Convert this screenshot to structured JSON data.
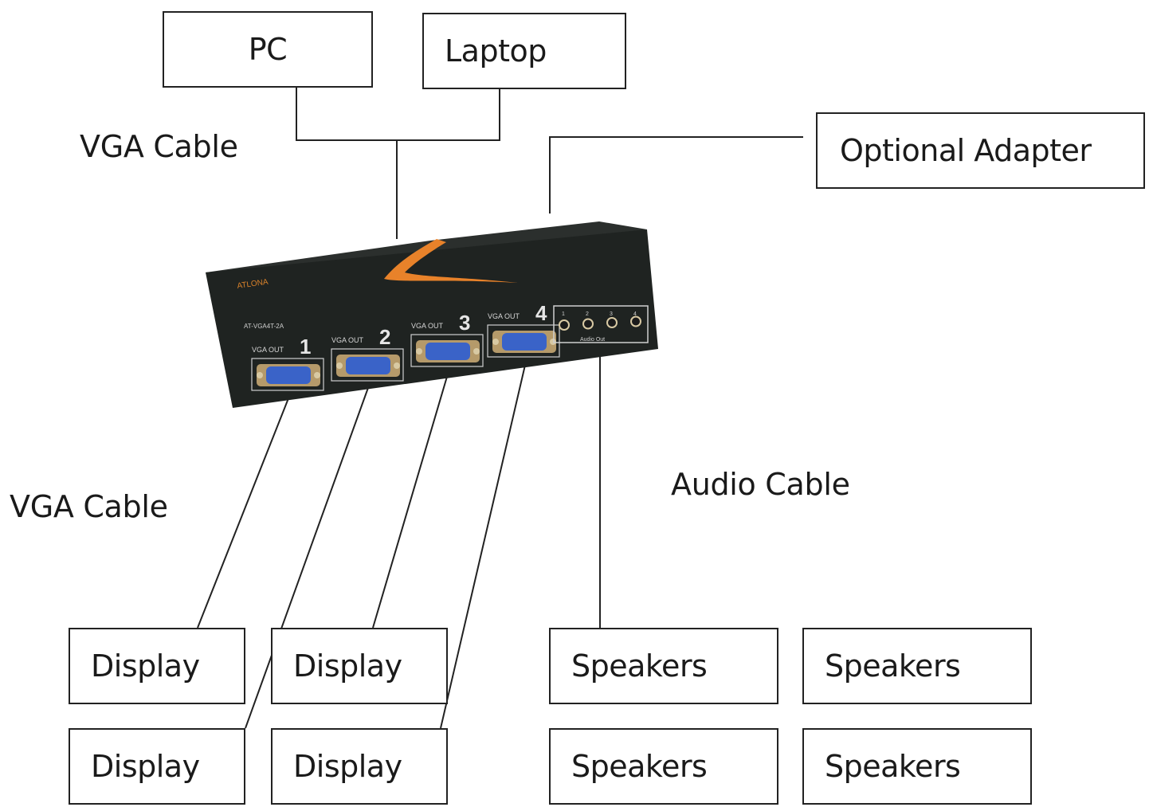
{
  "sources": {
    "pc": "PC",
    "laptop": "Laptop"
  },
  "adapter": "Optional Adapter",
  "cable_labels": {
    "vga_top": "VGA Cable",
    "vga_bottom": "VGA Cable",
    "audio": "Audio Cable"
  },
  "displays": [
    "Display",
    "Display",
    "Display",
    "Display"
  ],
  "speakers": [
    "Speakers",
    "Speakers",
    "Speakers",
    "Speakers"
  ],
  "device": {
    "model": "AT-VGA4T-2A",
    "port_prefix": "VGA OUT",
    "ports": [
      "1",
      "2",
      "3",
      "4"
    ],
    "audio_ports": [
      "1",
      "2",
      "3",
      "4"
    ],
    "audio_caption": "Audio Out",
    "colors": {
      "body": "#2b2f2d",
      "front": "#1f2321",
      "accent": "#e8822a",
      "vga_port": "#3a63c8"
    }
  }
}
